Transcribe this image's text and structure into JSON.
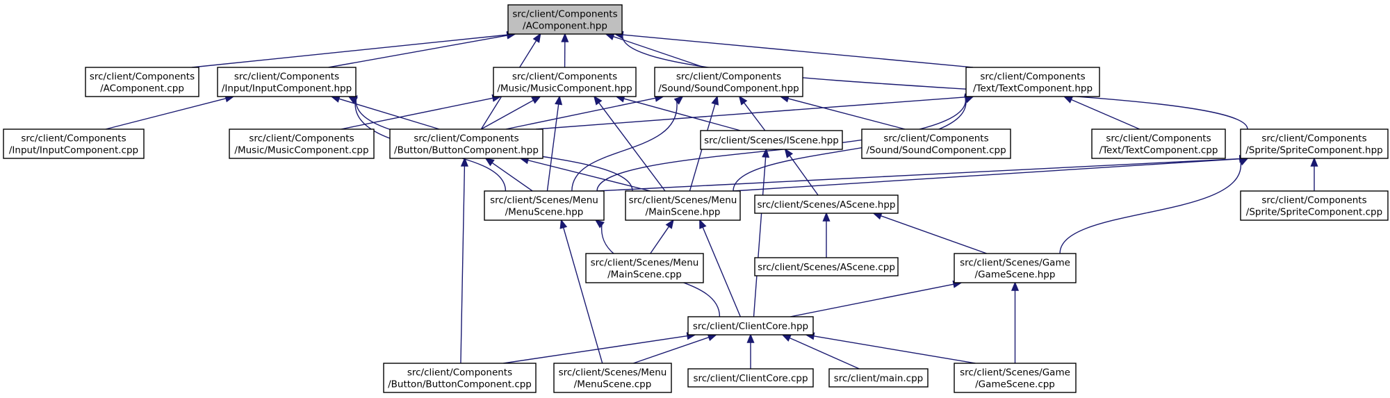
{
  "diagram": {
    "nodes": [
      {
        "id": "acomp_hpp",
        "lines": [
          "src/client/Components",
          "/AComponent.hpp"
        ],
        "root": true
      },
      {
        "id": "acomp_cpp",
        "lines": [
          "src/client/Components",
          "/AComponent.cpp"
        ]
      },
      {
        "id": "input_hpp",
        "lines": [
          "src/client/Components",
          "/Input/InputComponent.hpp"
        ]
      },
      {
        "id": "music_hpp",
        "lines": [
          "src/client/Components",
          "/Music/MusicComponent.hpp"
        ]
      },
      {
        "id": "sound_hpp",
        "lines": [
          "src/client/Components",
          "/Sound/SoundComponent.hpp"
        ]
      },
      {
        "id": "text_hpp",
        "lines": [
          "src/client/Components",
          "/Text/TextComponent.hpp"
        ]
      },
      {
        "id": "input_cpp",
        "lines": [
          "src/client/Components",
          "/Input/InputComponent.cpp"
        ]
      },
      {
        "id": "music_cpp",
        "lines": [
          "src/client/Components",
          "/Music/MusicComponent.cpp"
        ]
      },
      {
        "id": "button_hpp",
        "lines": [
          "src/client/Components",
          "/Button/ButtonComponent.hpp"
        ]
      },
      {
        "id": "iscene_hpp",
        "lines": [
          "src/client/Scenes/IScene.hpp"
        ]
      },
      {
        "id": "sound_cpp",
        "lines": [
          "src/client/Components",
          "/Sound/SoundComponent.cpp"
        ]
      },
      {
        "id": "text_cpp",
        "lines": [
          "src/client/Components",
          "/Text/TextComponent.cpp"
        ]
      },
      {
        "id": "sprite_hpp",
        "lines": [
          "src/client/Components",
          "/Sprite/SpriteComponent.hpp"
        ]
      },
      {
        "id": "menuscene_hpp",
        "lines": [
          "src/client/Scenes/Menu",
          "/MenuScene.hpp"
        ]
      },
      {
        "id": "mainscene_hpp",
        "lines": [
          "src/client/Scenes/Menu",
          "/MainScene.hpp"
        ]
      },
      {
        "id": "ascene_hpp",
        "lines": [
          "src/client/Scenes/AScene.hpp"
        ]
      },
      {
        "id": "sprite_cpp",
        "lines": [
          "src/client/Components",
          "/Sprite/SpriteComponent.cpp"
        ]
      },
      {
        "id": "mainscene_cpp",
        "lines": [
          "src/client/Scenes/Menu",
          "/MainScene.cpp"
        ]
      },
      {
        "id": "ascene_cpp",
        "lines": [
          "src/client/Scenes/AScene.cpp"
        ]
      },
      {
        "id": "gamescene_hpp",
        "lines": [
          "src/client/Scenes/Game",
          "/GameScene.hpp"
        ]
      },
      {
        "id": "clientcore_hpp",
        "lines": [
          "src/client/ClientCore.hpp"
        ]
      },
      {
        "id": "button_cpp",
        "lines": [
          "src/client/Components",
          "/Button/ButtonComponent.cpp"
        ]
      },
      {
        "id": "menuscene_cpp",
        "lines": [
          "src/client/Scenes/Menu",
          "/MenuScene.cpp"
        ]
      },
      {
        "id": "clientcore_cpp",
        "lines": [
          "src/client/ClientCore.cpp"
        ]
      },
      {
        "id": "main_cpp",
        "lines": [
          "src/client/main.cpp"
        ]
      },
      {
        "id": "gamescene_cpp",
        "lines": [
          "src/client/Scenes/Game",
          "/GameScene.cpp"
        ]
      }
    ],
    "edges": [
      [
        "acomp_cpp",
        "acomp_hpp"
      ],
      [
        "input_hpp",
        "acomp_hpp"
      ],
      [
        "music_hpp",
        "acomp_hpp"
      ],
      [
        "button_hpp",
        "acomp_hpp"
      ],
      [
        "sound_hpp",
        "acomp_hpp"
      ],
      [
        "text_hpp",
        "acomp_hpp"
      ],
      [
        "sprite_hpp",
        "acomp_hpp"
      ],
      [
        "input_cpp",
        "input_hpp"
      ],
      [
        "button_hpp",
        "input_hpp"
      ],
      [
        "menuscene_hpp",
        "input_hpp"
      ],
      [
        "mainscene_hpp",
        "input_hpp"
      ],
      [
        "music_cpp",
        "music_hpp"
      ],
      [
        "button_hpp",
        "music_hpp"
      ],
      [
        "menuscene_hpp",
        "music_hpp"
      ],
      [
        "mainscene_hpp",
        "music_hpp"
      ],
      [
        "iscene_hpp",
        "music_hpp"
      ],
      [
        "button_hpp",
        "sound_hpp"
      ],
      [
        "iscene_hpp",
        "sound_hpp"
      ],
      [
        "sound_cpp",
        "sound_hpp"
      ],
      [
        "menuscene_hpp",
        "sound_hpp"
      ],
      [
        "mainscene_hpp",
        "sound_hpp"
      ],
      [
        "button_hpp",
        "text_hpp"
      ],
      [
        "text_cpp",
        "text_hpp"
      ],
      [
        "menuscene_hpp",
        "text_hpp"
      ],
      [
        "mainscene_hpp",
        "text_hpp"
      ],
      [
        "menuscene_hpp",
        "button_hpp"
      ],
      [
        "mainscene_hpp",
        "button_hpp"
      ],
      [
        "button_cpp",
        "button_hpp"
      ],
      [
        "ascene_hpp",
        "iscene_hpp"
      ],
      [
        "clientcore_hpp",
        "iscene_hpp"
      ],
      [
        "menuscene_hpp",
        "sprite_hpp"
      ],
      [
        "mainscene_hpp",
        "sprite_hpp"
      ],
      [
        "gamescene_hpp",
        "sprite_hpp"
      ],
      [
        "sprite_cpp",
        "sprite_hpp"
      ],
      [
        "clientcore_hpp",
        "menuscene_hpp"
      ],
      [
        "menuscene_cpp",
        "menuscene_hpp"
      ],
      [
        "mainscene_cpp",
        "mainscene_hpp"
      ],
      [
        "clientcore_hpp",
        "mainscene_hpp"
      ],
      [
        "ascene_cpp",
        "ascene_hpp"
      ],
      [
        "gamescene_hpp",
        "ascene_hpp"
      ],
      [
        "clientcore_hpp",
        "gamescene_hpp"
      ],
      [
        "gamescene_cpp",
        "gamescene_hpp"
      ],
      [
        "button_cpp",
        "clientcore_hpp"
      ],
      [
        "menuscene_cpp",
        "clientcore_hpp"
      ],
      [
        "clientcore_cpp",
        "clientcore_hpp"
      ],
      [
        "main_cpp",
        "clientcore_hpp"
      ],
      [
        "gamescene_cpp",
        "clientcore_hpp"
      ]
    ]
  },
  "colors": {
    "edge": "#191970",
    "root_fill": "#bfbfbf",
    "node_fill": "#ffffff",
    "border": "#000000"
  }
}
